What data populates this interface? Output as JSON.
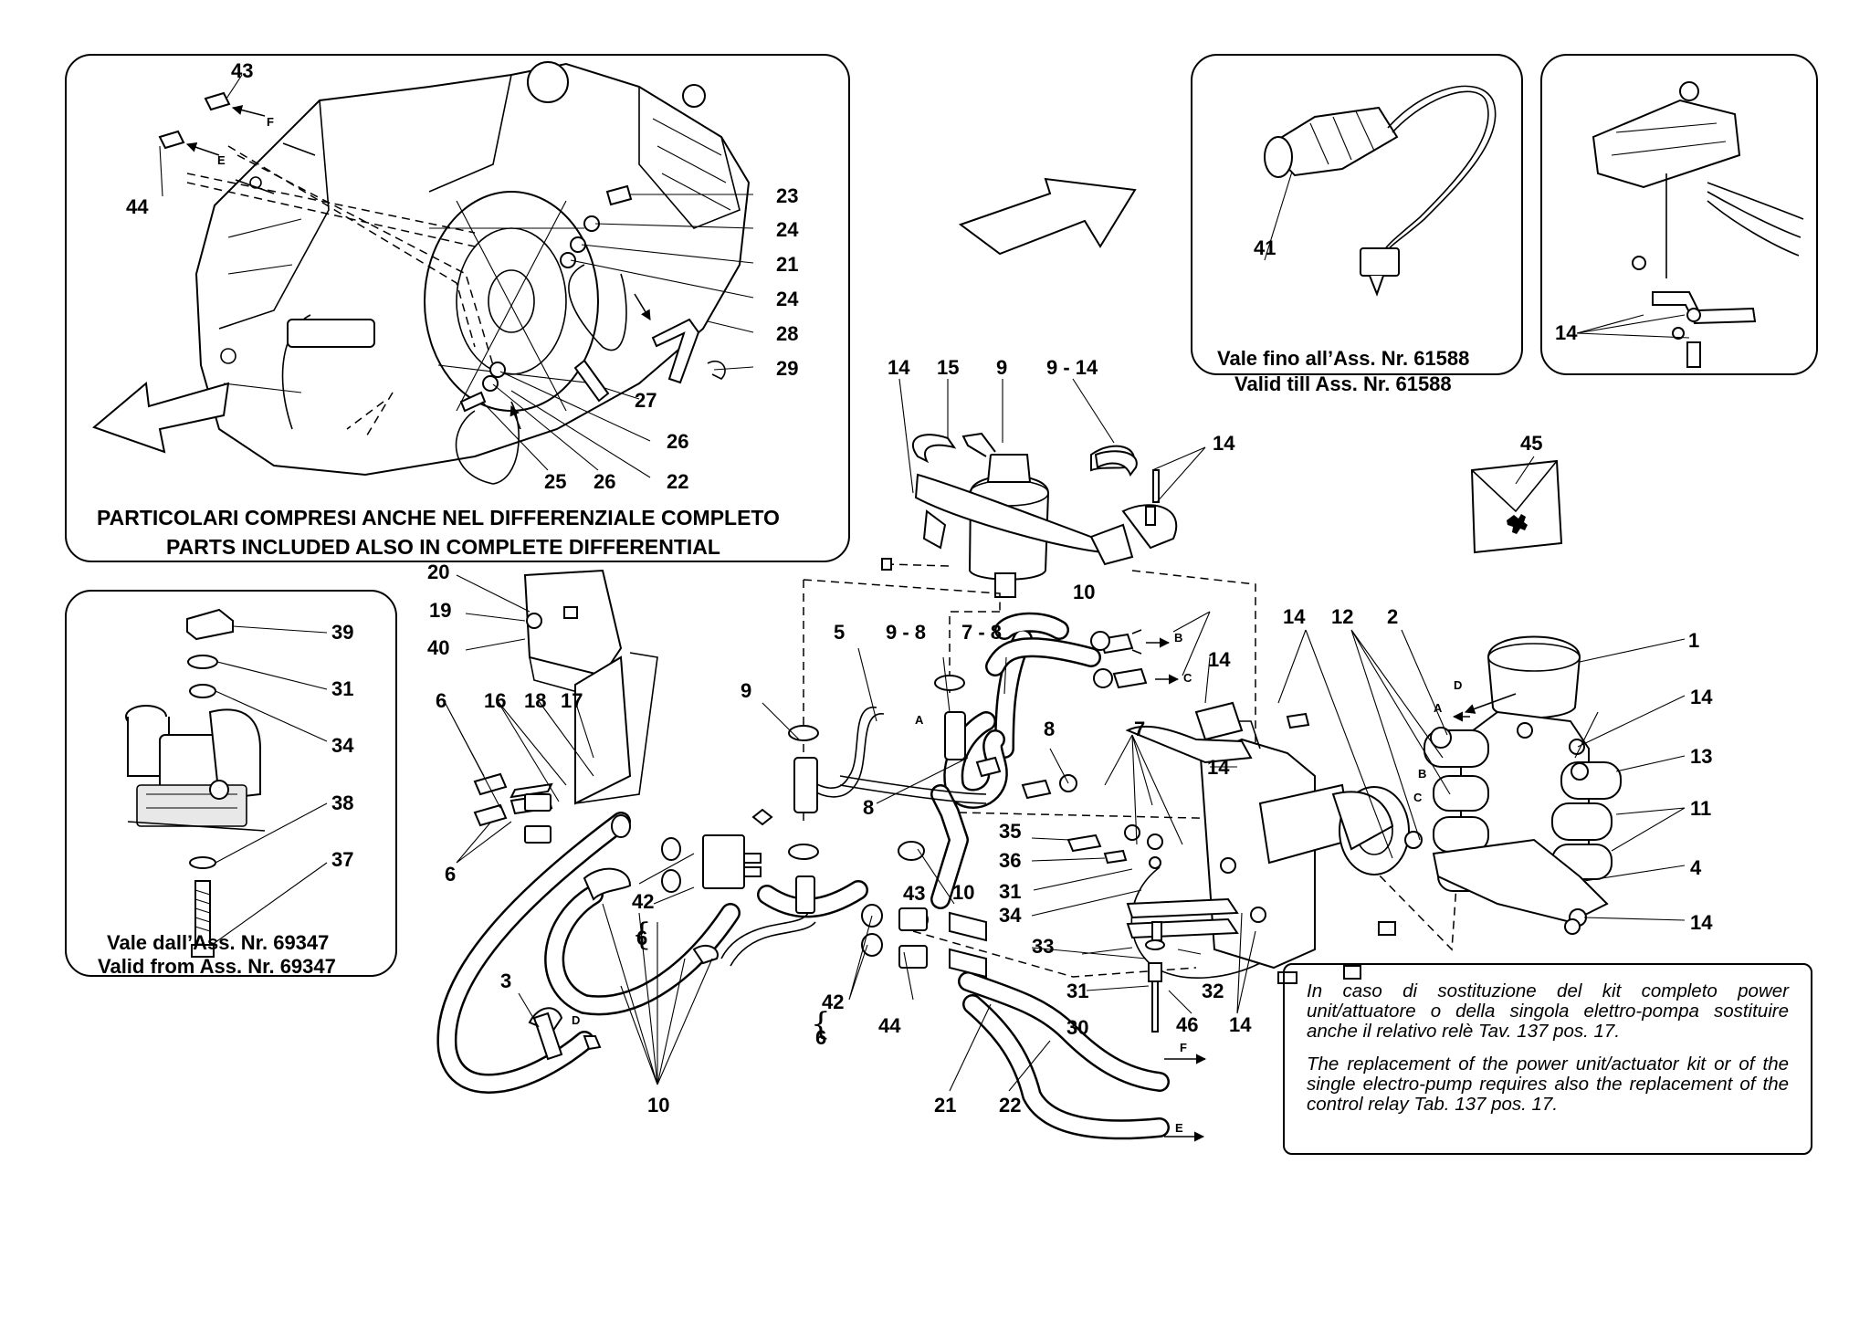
{
  "panels": {
    "differential": {
      "caption_it": "PARTICOLARI COMPRESI ANCHE NEL DIFFERENZIALE COMPLETO",
      "caption_en": "PARTS INCLUDED ALSO IN COMPLETE DIFFERENTIAL"
    },
    "valid_from": {
      "caption_it": "Vale dall’Ass. Nr. 69347",
      "caption_en": "Valid from Ass. Nr. 69347"
    },
    "valid_till": {
      "caption_it": "Vale fino all’Ass. Nr. 61588",
      "caption_en": "Valid till Ass. Nr. 61588"
    }
  },
  "note": {
    "text_it": "In caso di sostituzione del kit completo power unit/attuatore o della singola elettro-pompa sostituire anche il relativo relè Tav. 137 pos. 17.",
    "text_en": "The replacement of the power unit/actuator kit or of the single electro-pump requires also the replacement of the control relay Tab. 137 pos. 17."
  },
  "callouts": {
    "n43a": "43",
    "n44a": "44",
    "n23": "23",
    "n24a": "24",
    "n21a": "21",
    "n24b": "24",
    "n28": "28",
    "n29": "29",
    "n27": "27",
    "n26a": "26",
    "n25": "25",
    "n26b": "26",
    "n22a": "22",
    "n41": "41",
    "n14tr": "14",
    "n14a": "14",
    "n15": "15",
    "n9a": "9",
    "n9_14": "9 - 14",
    "n14b": "14",
    "n45": "45",
    "n20": "20",
    "n19": "19",
    "n40": "40",
    "n6a": "6",
    "n16": "16",
    "n18": "18",
    "n17": "17",
    "n6b": "6",
    "n42a": "42",
    "n6c": "6",
    "n39": "39",
    "n31a": "31",
    "n34a": "34",
    "n38": "38",
    "n37": "37",
    "n5": "5",
    "n9_8": "9 - 8",
    "n7_8": "7 - 8",
    "n10a": "10",
    "n9b": "9",
    "n8a": "8",
    "n8b": "8",
    "n7": "7",
    "n14c": "14",
    "n14d": "14",
    "n12": "12",
    "n2": "2",
    "n1": "1",
    "n14e": "14",
    "n13": "13",
    "n11": "11",
    "n4": "4",
    "n14f": "14",
    "n14g": "14",
    "n35": "35",
    "n36": "36",
    "n31b": "31",
    "n34b": "34",
    "n33": "33",
    "n31c": "31",
    "n32": "32",
    "n30": "30",
    "n46": "46",
    "n14h": "14",
    "n10b": "10",
    "n43b": "43",
    "n42b": "42",
    "n6d": "6",
    "n44b": "44",
    "n3": "3",
    "n10c": "10",
    "n21b": "21",
    "n22b": "22"
  },
  "letters": {
    "F1": "F",
    "E1": "E",
    "A1": "A",
    "B1": "B",
    "C1": "C",
    "D1": "D",
    "D2": "D",
    "A2": "A",
    "B2": "B",
    "C2": "C",
    "F2": "F",
    "E2": "E"
  },
  "icons": {
    "direction_arrow_left": "large-hollow-arrow",
    "direction_arrow_right": "large-hollow-arrow",
    "manual_pouch": "ferrari-horse-emblem"
  }
}
